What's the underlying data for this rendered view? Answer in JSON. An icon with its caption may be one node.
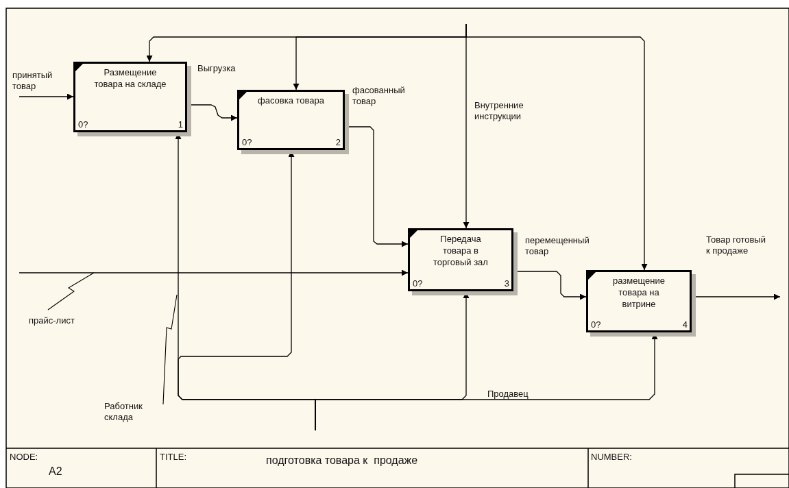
{
  "diagram": {
    "title": "подготовка товара к  продаже",
    "nodes": [
      {
        "text": [
          "Размещение товара на складе",
          "0?",
          "1"
        ]
      },
      {
        "text": [
          "фасовка товара",
          "0?",
          "2"
        ]
      },
      {
        "text": [
          "Передача товара в торговый зал",
          "0?",
          "3"
        ]
      },
      {
        "text": [
          "размещение товара на витрине",
          "0?",
          "4"
        ]
      }
    ],
    "edges": [
      {
        "from": null,
        "to": 0,
        "arrow": "to",
        "label": "принятый товар"
      },
      {
        "from": 0,
        "to": 1,
        "arrow": "to",
        "label": "Выгрузка"
      },
      {
        "from": 1,
        "to": 2,
        "arrow": "to",
        "label": "фасованный товар"
      },
      {
        "from": null,
        "to": 2,
        "arrow": "to",
        "label": "прайс-лист"
      },
      {
        "from": 2,
        "to": 3,
        "arrow": "to",
        "label": "перемещенный товар"
      },
      {
        "from": 3,
        "to": null,
        "arrow": "to",
        "label": "Товар готовый к продаже"
      },
      {
        "from": null,
        "to": 0,
        "arrow": "to"
      },
      {
        "from": null,
        "to": 1,
        "arrow": "to"
      },
      {
        "from": null,
        "to": 2,
        "arrow": "to",
        "label": "Внутренние инструкции"
      },
      {
        "from": null,
        "to": 3,
        "arrow": "to"
      },
      {
        "from": null,
        "to": 0,
        "arrow": "to",
        "label": "Работник склада"
      },
      {
        "from": null,
        "to": 1,
        "arrow": "to"
      },
      {
        "from": null,
        "to": 2,
        "arrow": "to"
      },
      {
        "from": null,
        "to": 3,
        "arrow": "to",
        "label": "Продавец"
      }
    ],
    "labels": [
      "NODE:",
      "A2",
      "TITLE:",
      "NUMBER:"
    ]
  }
}
